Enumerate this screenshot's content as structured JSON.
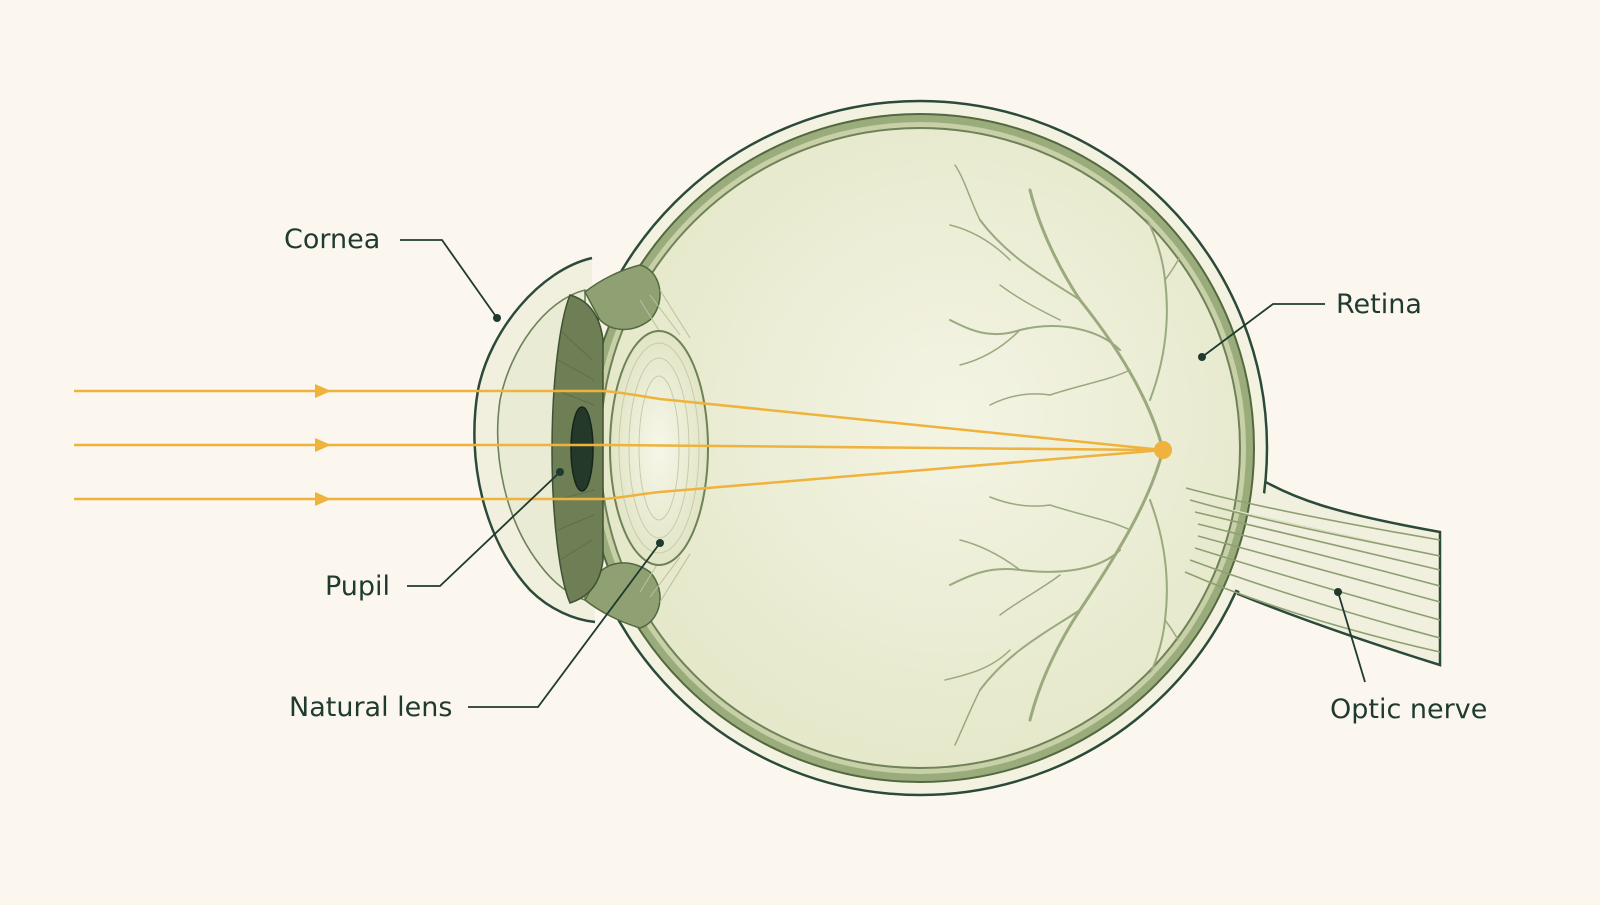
{
  "labels": {
    "cornea": "Cornea",
    "pupil": "Pupil",
    "natural_lens": "Natural lens",
    "retina": "Retina",
    "optic_nerve": "Optic nerve"
  },
  "colors": {
    "background": "#fbf7ee",
    "outline": "#2c4a3a",
    "sclera": "#f3f1e0",
    "choroid": "#8fa173",
    "vitreous": "#eeefd9",
    "iris": "#6f7f55",
    "pupil": "#24392a",
    "light_ray": "#efb23c",
    "vessel": "#9aa97e"
  },
  "icons": {
    "ray_arrow": "arrow-right-icon",
    "focal_point": "dot-icon"
  }
}
